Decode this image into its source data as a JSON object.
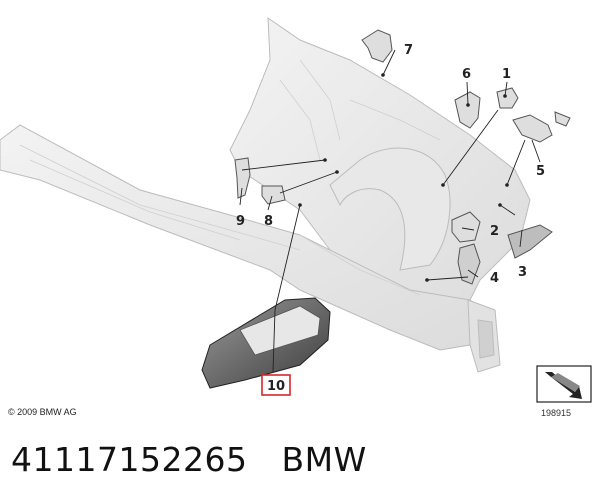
{
  "diagram": {
    "callouts": [
      "1",
      "2",
      "3",
      "4",
      "5",
      "6",
      "7",
      "8",
      "9",
      "10"
    ],
    "highlighted_callout": "10",
    "copyright": "© 2009 BMW AG",
    "diagram_number": "198915",
    "highlight_color": "#d9252a"
  },
  "footer": {
    "part_number": "41117152265",
    "brand": "BMW"
  }
}
